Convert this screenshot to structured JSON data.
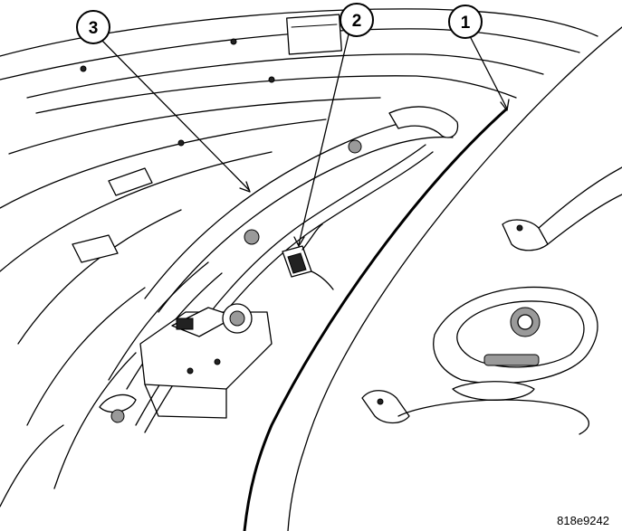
{
  "callouts": [
    {
      "number": "1"
    },
    {
      "number": "2"
    },
    {
      "number": "3"
    }
  ],
  "figure_id": "818e9242"
}
